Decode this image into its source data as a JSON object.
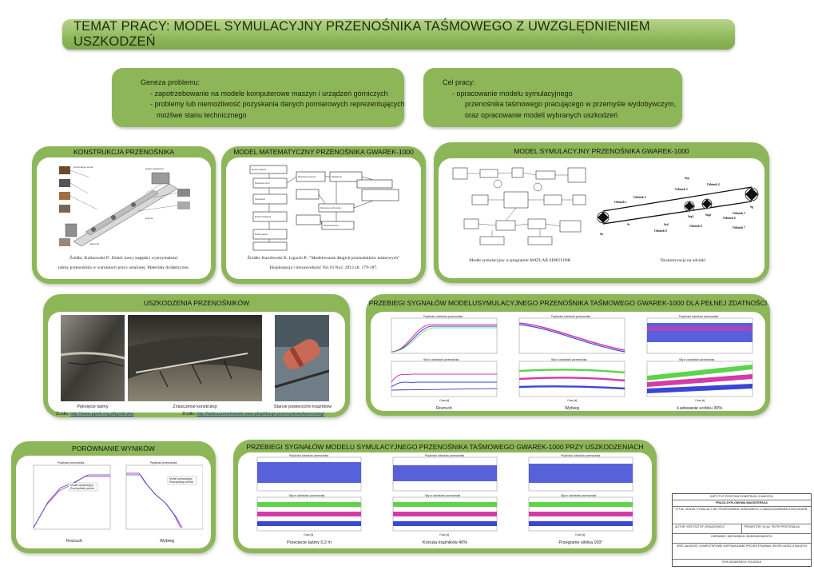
{
  "title": "TEMAT PRACY: MODEL SYMULACYJNY PRZENOŚNIKA TAŚMOWEGO Z UWZGLĘDNIENIEM USZKODZEŃ",
  "genesis": {
    "heading": "Geneza problemu:",
    "bullets": [
      "- zapotrzebowanie na modele komputerowe maszyn i urządzeń górniczych",
      "- problemy lub niemożliwość pozyskania danych pomiarowych reprezentujących",
      "możliwe stanu technicznego"
    ]
  },
  "goal": {
    "heading": "Cel pracy:",
    "bullets": [
      "- opracowanie modelu symulacyjnego",
      "przenośnika taśmowego pracującego w przemyśle wydobywczym,",
      "oraz opracowanie modeli wybranych uszkodzeń"
    ]
  },
  "construction": {
    "title": "KONSTRUKCJA PRZENOŚNIKA",
    "source_1": "Źródło: Kulinowski P.: Dobór mocy napędu i wytrzymałości",
    "source_2": "taśmy przenośnika w warunkach pracy ustalonej. Materiały dydaktyczne."
  },
  "math_model": {
    "title": "MODEL MATEMATYCZNY PRZENOŚNIKA GWAREK-1000",
    "source_1": "Źródło:   Karolewski B. Ligocki P.: \"Modelowanie długich przenośników taśmowych\"",
    "source_2": "Eksploatacja i niezawodność Vol.16 No2. 2012 str. 179-187."
  },
  "sim_model": {
    "title": "MODEL SYMULACYJNY PRZENOŚNIKA GWAREK-1000",
    "caption_left": "Model symulacyjny w programie MATLAB SIMULINK",
    "caption_right": "Dyskretyzacja na odcinki"
  },
  "damage": {
    "title": "USZKODZENIA PRZENOŚNIKÓW",
    "captions": [
      "Pęknięcie taśmy",
      "Zniszczenie konstrukcji",
      "Starcie powierzchni krążników"
    ],
    "source_a_label": "Źródło:",
    "source_a_link": "http://www.ppwb.org.pl/ppwb.php",
    "source_b_label": "Źródło:",
    "source_b_link": "http://tadeuszmarkowski.www.pl/aplikacje-przemyslowe/tasmociag/"
  },
  "waveforms_full": {
    "title": "PRZEBIEGI SYGNAŁÓW MODELUSYMULACYJNEGO PRZENOŚNIKA TAŚMOWEGO GWAREK-1000   DLA PEŁNEJ ZDATNOŚCI",
    "captions": [
      "Rozruch",
      "Wybieg",
      "Ładowanie urobku 30%"
    ]
  },
  "comparison": {
    "title": "PORÓWNANIE  WYNIKÓW",
    "captions": [
      "Rozruch",
      "Wybieg"
    ]
  },
  "waveforms_damaged": {
    "title": "PRZEBIEGI SYGNAŁÓW MODELU SYMULACYJNEGO PRZENOŚNIKA TAŚMOWEGO GWAREK-1000 PRZY USZKODZENIACH",
    "captions": [
      "Przecięcie taśmy 0,2 m",
      "Korozja krążników 40%",
      "Przegranie silnika 100°"
    ]
  },
  "info_table": {
    "institute": "INSTYTUT PODSTAW KONSTRUKCJI MASZYN",
    "work_type": "PRACA DYPLOMOWA MAGISTERSKA",
    "work_title": "TYTUŁ: MODEL SYMULACYJNY PRZENOŚNIKA TAŚMOWEGO  Z UWZGLĘDNIENIEM USZKODZEŃ",
    "author": "AUTOR: KRZYSZTOF CIENACEWICZ",
    "supervisor": "PROMOTOR: Dr inż. PIOTR PRZYSTAŁKA",
    "field": "KIERUNEK: MECHANIKA I BUDOWA MASZYN",
    "specialization": "SPECJALNOŚĆ: KOMPUTEROWE WSPOMAGANIE PROJEKTOWANIA I EKSPLOATACJI MASZYN",
    "year": "ROK AKADEMICKI 2014/2015"
  },
  "colors": {
    "panel_green": "#8db659",
    "title_green": "#9cc26a",
    "link_blue": "#1a3aa8"
  }
}
